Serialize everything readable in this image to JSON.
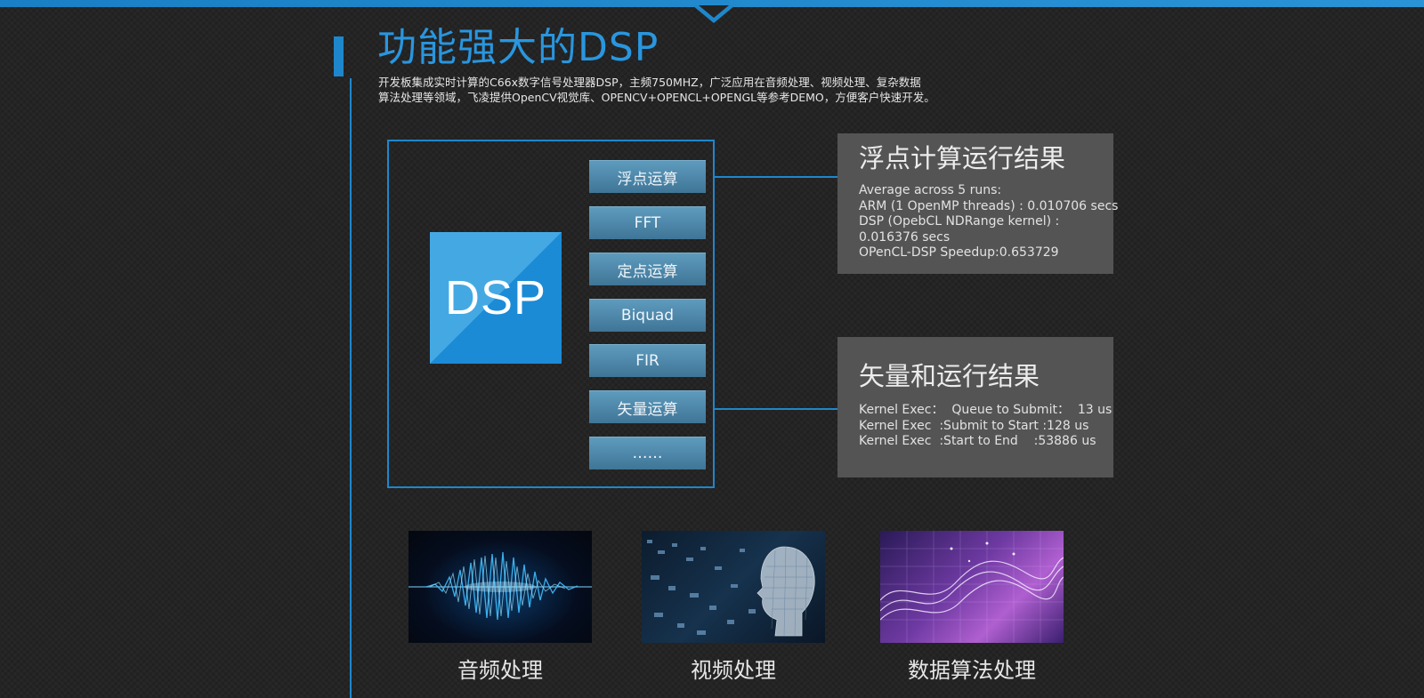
{
  "header": {
    "title": "功能强大的DSP",
    "intro_line1": "开发板集成实时计算的C66x数字信号处理器DSP，主频750MHZ，广泛应用在音频处理、视频处理、复杂数据",
    "intro_line2": "算法处理等领域，飞凌提供OpenCV视觉库、OPENCV+OPENCL+OPENGL等参考DEMO，方便客户快速开发。"
  },
  "diagram": {
    "chip_label": "DSP",
    "functions": [
      "浮点运算",
      "FFT",
      "定点运算",
      "Biquad",
      "FIR",
      "矢量运算",
      "……"
    ]
  },
  "results": {
    "float": {
      "title": "浮点计算运行结果",
      "lines": [
        "Average across 5 runs:",
        "ARM (1 OpenMP threads) : 0.010706 secs",
        "DSP (OpebCL NDRange kernel) :",
        "0.016376 secs",
        "OPenCL-DSP Speedup:0.653729"
      ]
    },
    "vector": {
      "title": "矢量和运行结果",
      "lines": [
        "Kernel Exec：  Queue to Submit：  13 us",
        "Kernel Exec  :Submit to Start :128 us",
        "Kernel Exec  :Start to End    :53886 us"
      ]
    }
  },
  "applications": [
    {
      "label": "音频处理",
      "image": "audio-waveform-image"
    },
    {
      "label": "视频处理",
      "image": "digital-face-image"
    },
    {
      "label": "数据算法处理",
      "image": "data-chart-image"
    }
  ],
  "colors": {
    "accent": "#1e87cc",
    "title": "#2996df",
    "chip": "#1b8bd6",
    "panel": "#545454",
    "background": "#242424"
  }
}
